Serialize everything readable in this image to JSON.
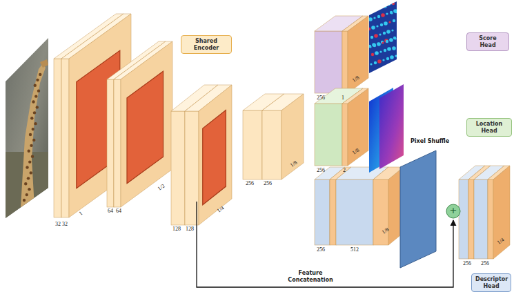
{
  "diagram": {
    "nodes": [
      {
        "text": [
          "Shared Encoder"
        ]
      },
      {
        "text": [
          "Score Head"
        ]
      },
      {
        "text": [
          "Location Head"
        ]
      },
      {
        "text": [
          "Descriptor Head"
        ]
      }
    ],
    "labels": [
      "32",
      "32",
      "1",
      "64",
      "64",
      "1/2",
      "128",
      "128",
      "1/4",
      "256",
      "256",
      "1/8",
      "256",
      "1",
      "1/8",
      "256",
      "2",
      "1/8",
      "Pixel Shuffle",
      "256",
      "512",
      "1/8",
      "+",
      "Feature Concatenation",
      "256",
      "256",
      "1/4"
    ]
  }
}
